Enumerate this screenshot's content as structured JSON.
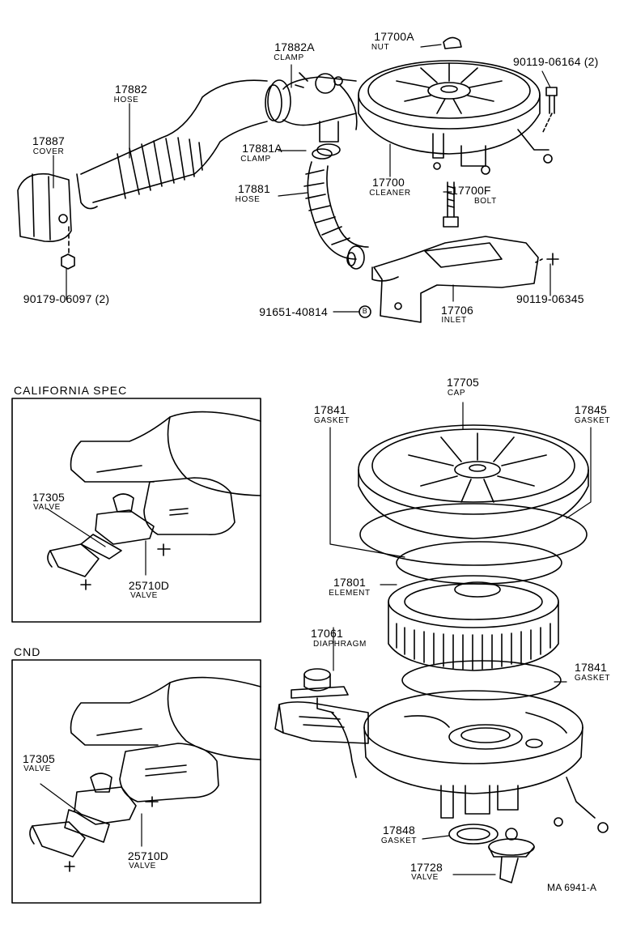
{
  "parts": {
    "p17700A": {
      "number": "17700A",
      "name": "NUT"
    },
    "p90119_06164": {
      "number": "90119-06164 (2)"
    },
    "p17882A": {
      "number": "17882A",
      "name": "CLAMP"
    },
    "p17882": {
      "number": "17882",
      "name": "HOSE"
    },
    "p17887": {
      "number": "17887",
      "name": "COVER"
    },
    "p17881A": {
      "number": "17881A",
      "name": "CLAMP"
    },
    "p17700": {
      "number": "17700",
      "name": "CLEANER"
    },
    "p17700F": {
      "number": "17700F",
      "name": "BOLT"
    },
    "p17881": {
      "number": "17881",
      "name": "HOSE"
    },
    "p90179_06097": {
      "number": "90179-06097 (2)"
    },
    "p90119_06345": {
      "number": "90119-06345"
    },
    "p91651_40814": {
      "number": "91651-40814",
      "marker": "B"
    },
    "p17706": {
      "number": "17706",
      "name": "INLET"
    },
    "p17705": {
      "number": "17705",
      "name": "CAP"
    },
    "p17841a": {
      "number": "17841",
      "name": "GASKET"
    },
    "p17845": {
      "number": "17845",
      "name": "GASKET"
    },
    "p17801": {
      "number": "17801",
      "name": "ELEMENT"
    },
    "p17061": {
      "number": "17061",
      "name": "DIAPHRAGM"
    },
    "p17841b": {
      "number": "17841",
      "name": "GASKET"
    },
    "p17848": {
      "number": "17848",
      "name": "GASKET"
    },
    "p17728": {
      "number": "17728",
      "name": "VALVE"
    }
  },
  "california": {
    "title": "CALIFORNIA SPEC",
    "v17305": {
      "number": "17305",
      "name": "VALVE"
    },
    "v25710D": {
      "number": "25710D",
      "name": "VALVE"
    }
  },
  "cnd": {
    "title": "CND",
    "v17305": {
      "number": "17305",
      "name": "VALVE"
    },
    "v25710D": {
      "number": "25710D",
      "name": "VALVE"
    }
  },
  "footer": {
    "code": "MA  6941-A"
  }
}
